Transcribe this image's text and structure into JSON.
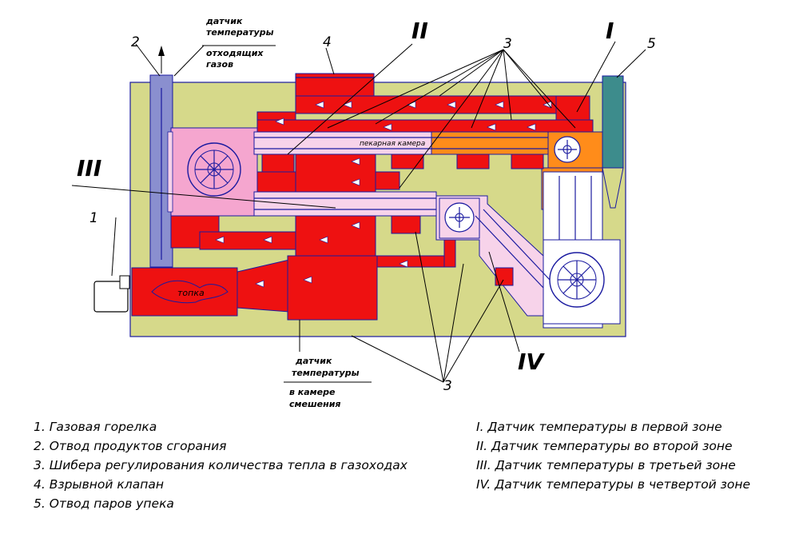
{
  "labels": {
    "sensor_exhaust": [
      "датчик",
      "температуры",
      "отходящих",
      "газов"
    ],
    "sensor_mixing": [
      "датчик",
      "температуры",
      "в камере",
      "смешения"
    ],
    "chamber_left": "топка",
    "chamber_top": "пекарная камера",
    "num_1": "1",
    "num_2": "2",
    "num_3a": "3",
    "num_3b": "3",
    "num_4": "4",
    "num_5": "5",
    "zone_I": "I",
    "zone_II": "II",
    "zone_III": "III",
    "zone_IV": "IV"
  },
  "legend_left": [
    "1. Газовая горелка",
    "2. Отвод продуктов сгорания",
    "3. Шибера регулирования количества тепла в газоходах",
    "4. Взрывной клапан",
    "5. Отвод паров упека"
  ],
  "legend_right": [
    "I. Датчик температуры в первой зоне",
    "II. Датчик температуры во второй зоне",
    "III. Датчик температуры в третьей зоне",
    "IV. Датчик температуры в четвертой зоне"
  ],
  "colors": {
    "background_panel": "#d6d98a",
    "hot_gas": "#ee1111",
    "chamber_pink": "#f5a6cf",
    "light_pink": "#f7d3ea",
    "flue_blue": "#8a8fcf",
    "orange": "#ff8c1a",
    "teal": "#3d8c8c",
    "outline": "#1a1aa0"
  }
}
